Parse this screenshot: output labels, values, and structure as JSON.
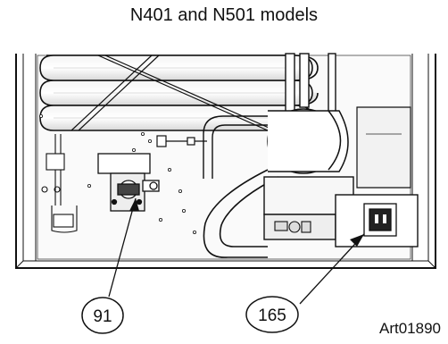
{
  "title": "N401 and N501 models",
  "art_id": "Art01890",
  "callouts": [
    {
      "label": "91"
    },
    {
      "label": "165"
    }
  ]
}
